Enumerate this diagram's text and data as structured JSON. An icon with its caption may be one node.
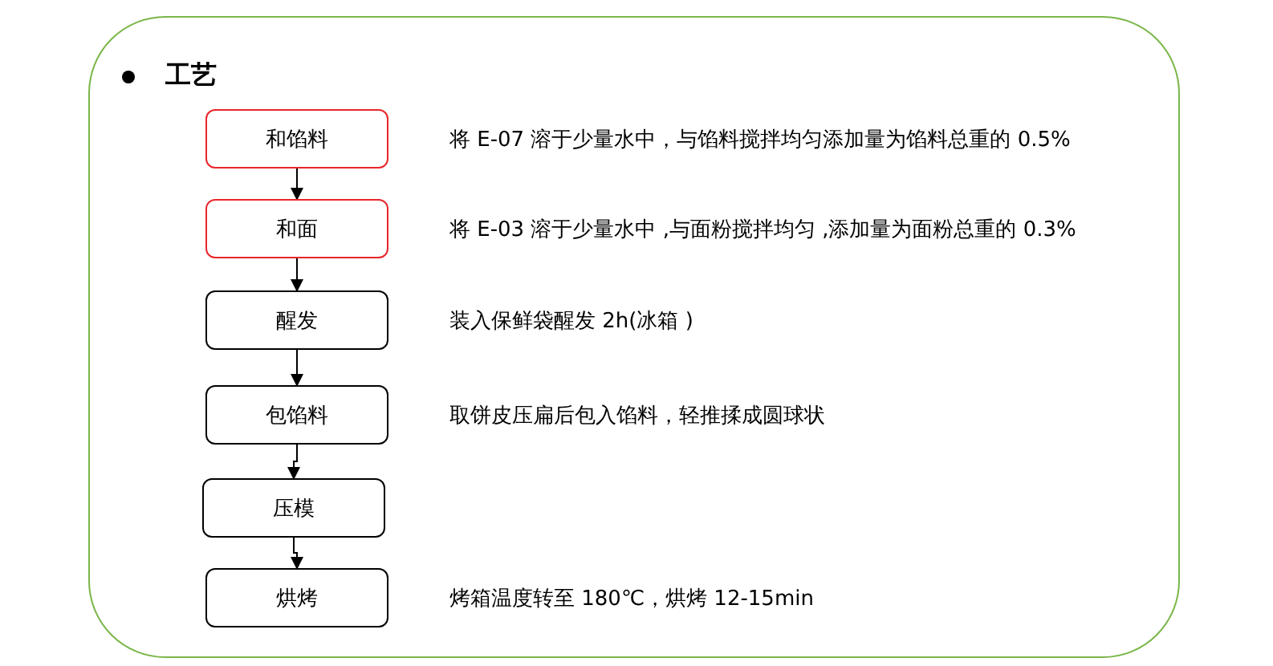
{
  "diagram": {
    "title": "工艺",
    "nodes": [
      {
        "text": [
          "和馅料"
        ],
        "beside": [
          "将 E-07 溶于少量水中，与馅料搅拌均匀添加量为馅料总重的 0.5%"
        ]
      },
      {
        "text": [
          "和面"
        ],
        "beside": [
          "将 E-03 溶于少量水中 ,与面粉搅拌均匀 ,添加量为面粉总重的 0.3%"
        ]
      },
      {
        "text": [
          "醒发"
        ],
        "beside": [
          "装入保鲜袋醒发 2h(冰箱 )"
        ]
      },
      {
        "text": [
          "包馅料"
        ],
        "beside": [
          "取饼皮压扁后包入馅料，轻推揉成圆球状"
        ]
      },
      {
        "text": [
          "压模"
        ]
      },
      {
        "text": [
          "烘烤"
        ],
        "beside": [
          "烤箱温度转至 180℃，烘烤 12-15min"
        ]
      }
    ],
    "edges": [
      {
        "from": 0,
        "to": 1,
        "arrow": "to"
      },
      {
        "from": 1,
        "to": 2,
        "arrow": "to"
      },
      {
        "from": 2,
        "to": 3,
        "arrow": "to"
      },
      {
        "from": 3,
        "to": 4,
        "arrow": "to"
      },
      {
        "from": 4,
        "to": 5,
        "arrow": "to"
      }
    ]
  }
}
